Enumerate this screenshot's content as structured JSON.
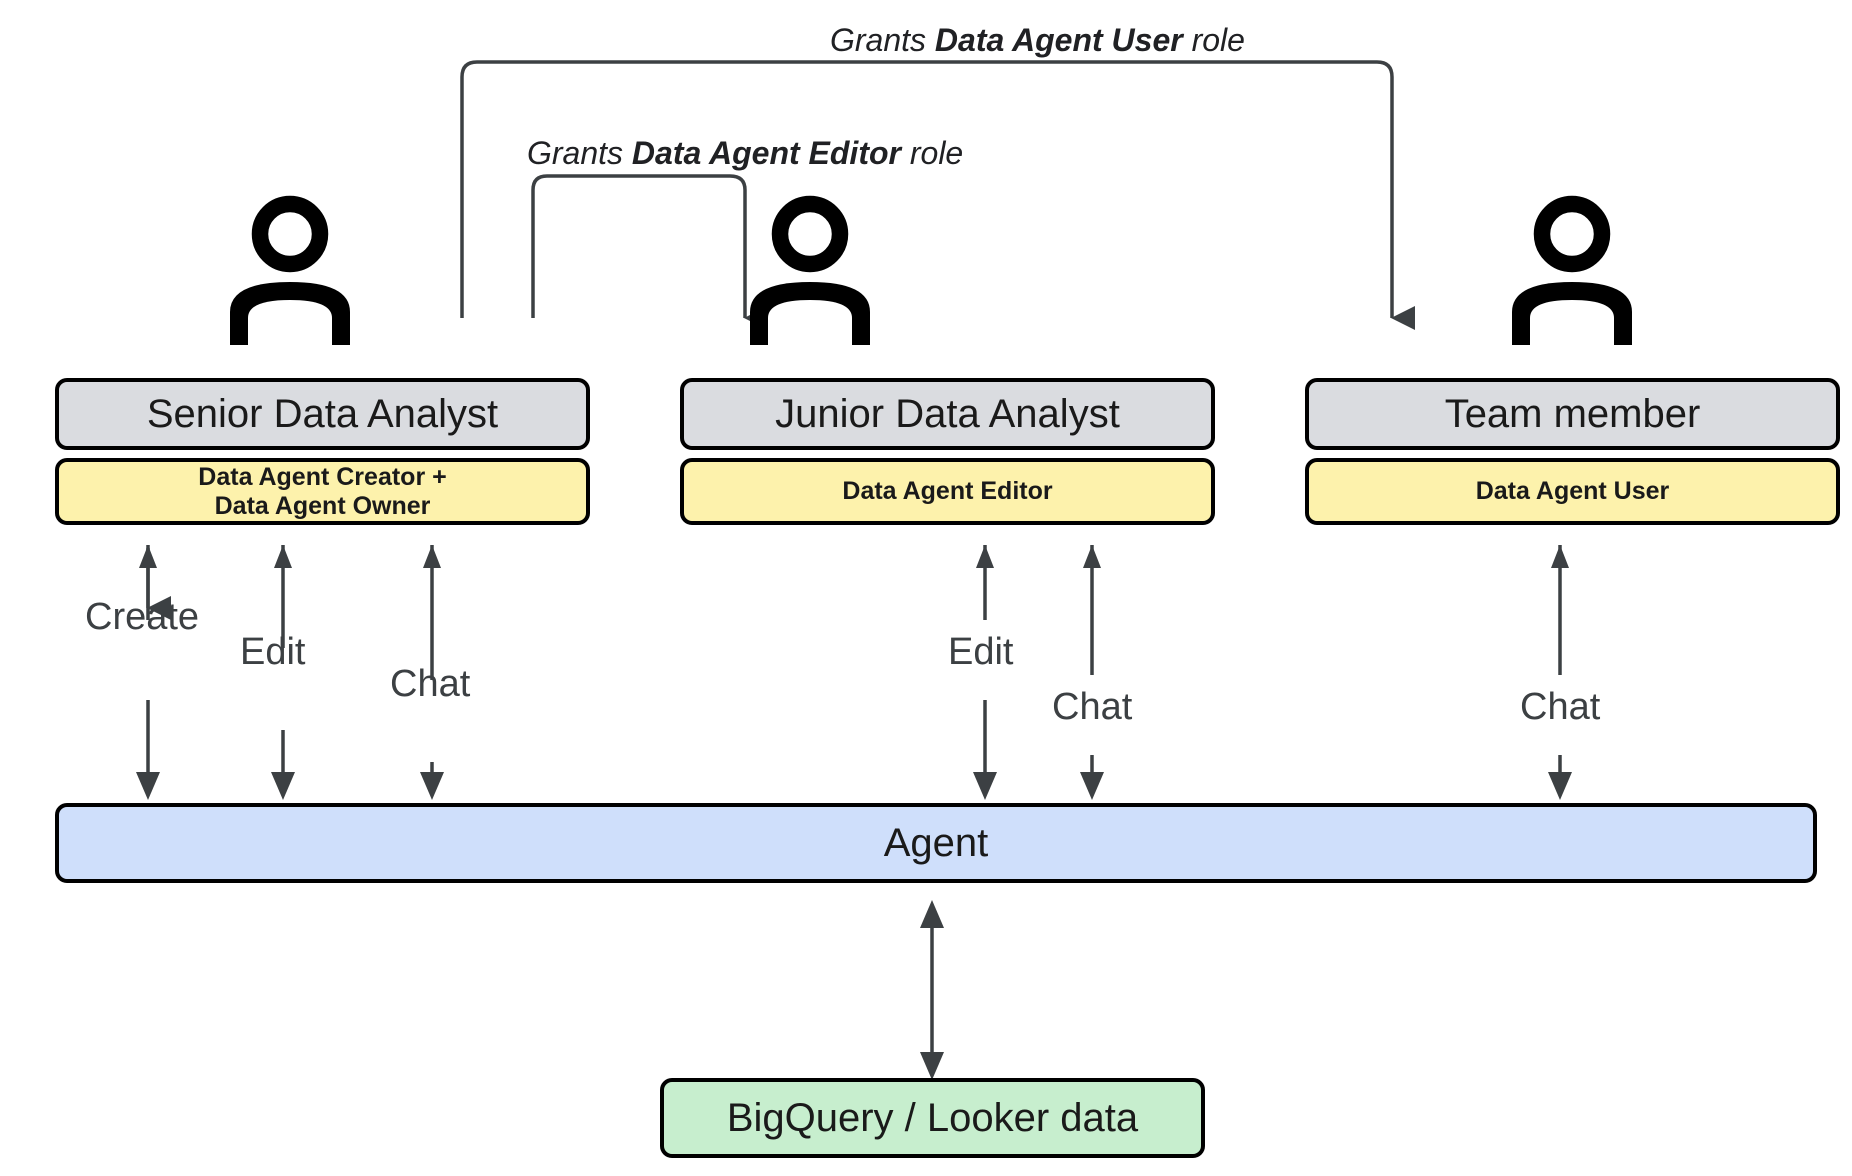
{
  "diagram": {
    "title": "Data Agent roles and access diagram",
    "colors": {
      "role_title_fill": "#dadce0",
      "role_badge_fill": "#fdf2ac",
      "agent_fill": "#cfdffb",
      "data_fill": "#c7eece",
      "edge_stroke": "#3c4043",
      "box_stroke": "#000000",
      "background": "#ffffff"
    },
    "personas": [
      {
        "id": "senior-data-analyst",
        "icon": "person-icon",
        "title": "Senior Data Analyst",
        "badge_line1": "Data Agent Creator +",
        "badge_line2": "Data Agent Owner",
        "badge": "Data Agent Creator + Data Agent Owner"
      },
      {
        "id": "junior-data-analyst",
        "icon": "person-icon",
        "title": "Junior Data Analyst",
        "badge_line1": "Data Agent Editor",
        "badge_line2": "",
        "badge": "Data Agent Editor"
      },
      {
        "id": "team-member",
        "icon": "person-icon",
        "title": "Team member",
        "badge_line1": "Data Agent User",
        "badge_line2": "",
        "badge": "Data Agent User"
      }
    ],
    "grants": [
      {
        "id": "grant-data-agent-user",
        "prefix": "Grants ",
        "role": "Data Agent User",
        "suffix": " role",
        "from": "senior-data-analyst",
        "to": "team-member"
      },
      {
        "id": "grant-data-agent-editor",
        "prefix": "Grants ",
        "role": "Data Agent Editor",
        "suffix": " role",
        "from": "senior-data-analyst",
        "to": "junior-data-analyst"
      }
    ],
    "agent": {
      "label": "Agent"
    },
    "datasource": {
      "label": "BigQuery / Looker data"
    },
    "actions": [
      {
        "id": "senior-create",
        "label": "Create",
        "from": "senior-data-analyst",
        "to": "agent"
      },
      {
        "id": "senior-edit",
        "label": "Edit",
        "from": "senior-data-analyst",
        "to": "agent"
      },
      {
        "id": "senior-chat",
        "label": "Chat",
        "from": "senior-data-analyst",
        "to": "agent"
      },
      {
        "id": "junior-edit",
        "label": "Edit",
        "from": "junior-data-analyst",
        "to": "agent"
      },
      {
        "id": "junior-chat",
        "label": "Chat",
        "from": "junior-data-analyst",
        "to": "agent"
      },
      {
        "id": "team-chat",
        "label": "Chat",
        "from": "team-member",
        "to": "agent"
      }
    ]
  }
}
